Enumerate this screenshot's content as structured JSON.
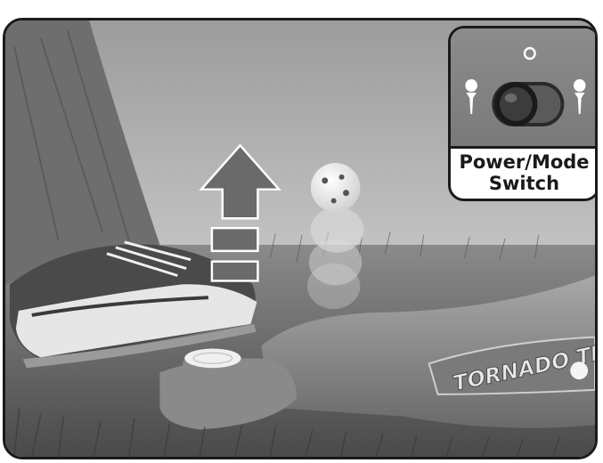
{
  "inset": {
    "label_line1": "Power/Mode",
    "label_line2": "Switch",
    "icons": [
      "off-circle-icon",
      "tee-icon-left",
      "tee-icon-right",
      "toggle-switch-icon"
    ]
  },
  "scene": {
    "product_logo_text": "TORNADO TEE",
    "elements": [
      "foot-in-sneaker",
      "up-arrow",
      "golf-ball-rising",
      "pedal",
      "toy-base",
      "grass",
      "sky"
    ]
  },
  "colors": {
    "border": "#1a1a1a",
    "inset_background": "#8a8a8a",
    "label_background": "#ffffff"
  }
}
